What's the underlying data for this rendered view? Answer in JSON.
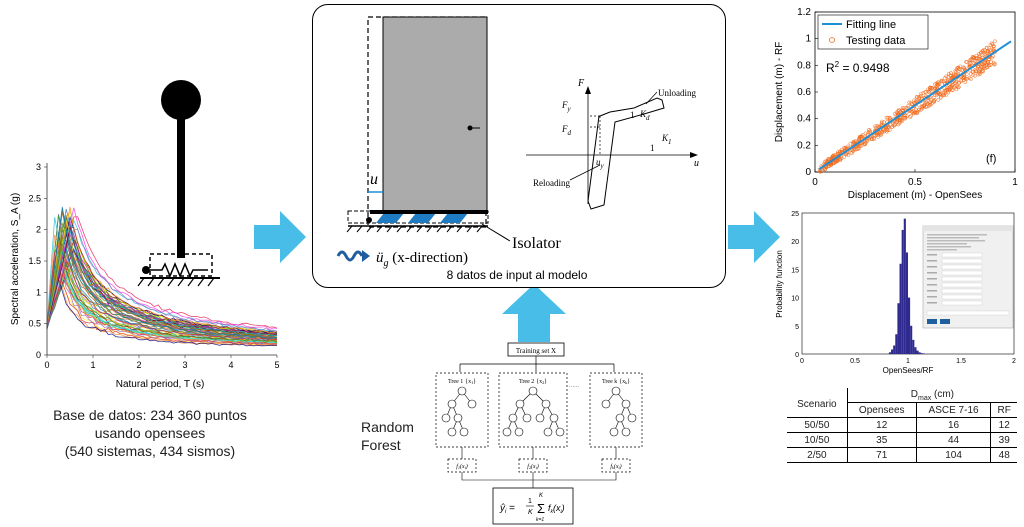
{
  "left_chart": {
    "ylabel": "Spectral acceleration, S_A (g)",
    "xlabel": "Natural period, T (s)",
    "xticks": [
      "0",
      "1",
      "2",
      "3",
      "4",
      "5"
    ],
    "yticks": [
      "0",
      "0.5",
      "1",
      "1.5",
      "2",
      "2.5",
      "3"
    ],
    "xlim": [
      0,
      5
    ],
    "ylim": [
      0,
      3
    ]
  },
  "database_caption": [
    "Base de datos: 234 360 puntos",
    "usando opensees",
    "(540 sistemas, 434 sismos)"
  ],
  "model_panel": {
    "u_label": "u",
    "ground_motion_label": "ü",
    "ground_motion_sub": "g",
    "ground_motion_suffix": " (x-direction)",
    "isolator_label": "Isolator",
    "input_caption": "8 datos de input al modelo",
    "hysteresis": {
      "F_axis": "F",
      "u_axis": "u",
      "Fy": "F",
      "Fy_sub": "y",
      "Fd": "F",
      "Fd_sub": "d",
      "Kd": "K",
      "Kd_sub": "d",
      "K1": "K",
      "K1_sub": "1",
      "uy": "u",
      "uy_sub": "y",
      "slope_1a": "1",
      "slope_1b": "1",
      "unloading": "Unloading",
      "reloading": "Reloading"
    }
  },
  "random_forest": {
    "label_line1": "Random",
    "label_line2": "Forest",
    "training_set": "Training set X",
    "trees": [
      {
        "label": "Tree 1",
        "sub": "{x",
        "sub2": "1",
        "f": "f",
        "f_sub": "1",
        "fx": "(x",
        "fx_sub": "i",
        "close": ")"
      },
      {
        "label": "Tree 2",
        "sub": "{x",
        "sub2": "2",
        "f": "f",
        "f_sub": "2",
        "fx": "(x",
        "fx_sub": "i",
        "close": ")"
      },
      {
        "label": "Tree k",
        "sub": "{x",
        "sub2": "k",
        "f": "f",
        "f_sub": "k",
        "fx": "(x",
        "fx_sub": "i",
        "close": ")"
      }
    ],
    "dots": "......",
    "formula": {
      "yhat": "ŷ",
      "i": "i",
      "eq": " = ",
      "one": "1",
      "K": "K",
      "sum": "Σ",
      "top": "K",
      "bottom": "k=1",
      "f": "f",
      "fk": "k",
      "x": "(x",
      "xi": "i",
      "close": ")"
    }
  },
  "scatter": {
    "type": "scatter",
    "legend": [
      "Fitting line",
      "Testing data"
    ],
    "r2_prefix": "R",
    "r2_exp": "2",
    "r2_value": " = 0.9498",
    "panel_label": "(f)",
    "xlabel": "Displacement (m) - OpenSees",
    "ylabel": "Displacement (m) - RF",
    "xticks": [
      "0",
      "0.5",
      "1"
    ],
    "yticks": [
      "0",
      "0.2",
      "0.4",
      "0.6",
      "0.8",
      "1",
      "1.2"
    ],
    "xlim": [
      0,
      1
    ],
    "ylim": [
      0,
      1.2
    ],
    "colors": {
      "fit": "#1f8fd6",
      "points": "#f26b1d"
    }
  },
  "histogram": {
    "type": "bar",
    "xlabel": "OpenSees/RF",
    "ylabel": "Probability function",
    "xticks": [
      "0",
      "0.5",
      "1",
      "1.5",
      "2"
    ],
    "yticks": [
      "0",
      "5",
      "10",
      "15",
      "20",
      "25"
    ],
    "xlim": [
      0,
      2
    ],
    "ylim": [
      0,
      25
    ],
    "color": "#2f2a8f"
  },
  "chart_data": [
    {
      "type": "histogram",
      "bin_width": 0.02,
      "bins": [
        0.82,
        0.84,
        0.86,
        0.88,
        0.9,
        0.92,
        0.94,
        0.96,
        0.98,
        1.0,
        1.02,
        1.04,
        1.06,
        1.08,
        1.1,
        1.12,
        1.14
      ],
      "values": [
        0.3,
        0.8,
        1.5,
        3.5,
        9,
        16,
        22,
        24,
        18,
        10,
        5,
        2.5,
        1.2,
        0.6,
        0.3,
        0.15,
        0.1
      ]
    }
  ],
  "table": {
    "header": {
      "scenario": "Scenario",
      "dmax_prefix": "D",
      "dmax_sub": "max",
      "dmax_suffix": " (cm)"
    },
    "columns": [
      "Opensees",
      "ASCE 7-16",
      "RF"
    ],
    "rows": [
      {
        "scenario": "50/50",
        "values": [
          "12",
          "16",
          "12"
        ]
      },
      {
        "scenario": "10/50",
        "values": [
          "35",
          "44",
          "39"
        ]
      },
      {
        "scenario": "2/50",
        "values": [
          "71",
          "104",
          "48"
        ]
      }
    ]
  }
}
